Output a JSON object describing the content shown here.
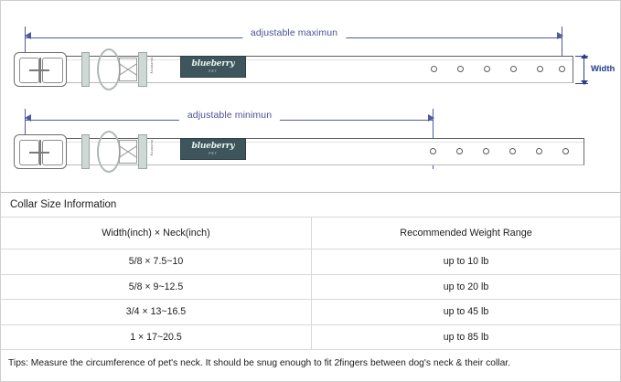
{
  "diagram": {
    "max": {
      "label": "adjustable maximun",
      "brand_name": "blueberry",
      "brand_sub": "PET",
      "ribbon_text": "blueberry",
      "holes": 6
    },
    "min": {
      "label": "adjustable minimun",
      "brand_name": "blueberry",
      "brand_sub": "PET",
      "ribbon_text": "blueberry",
      "holes": 6
    },
    "width_label": "Width",
    "colors": {
      "dimension_line": "#515a9c",
      "width_marker": "#2b3b8f",
      "brand_badge": "#3e565b",
      "keeper": "#cfd8d4",
      "strap_outline": "#5d5d5d"
    }
  },
  "table": {
    "title": "Collar Size Information",
    "headers": [
      "Width(inch)  ×  Neck(inch)",
      "Recommended Weight Range"
    ],
    "rows": [
      [
        "5/8 × 7.5~10",
        "up to 10 lb"
      ],
      [
        "5/8 × 9~12.5",
        "up to 20 lb"
      ],
      [
        "3/4 × 13~16.5",
        "up to 45 lb"
      ],
      [
        "1 × 17~20.5",
        "up to 85 lb"
      ]
    ],
    "tips": "Tips: Measure the circumference of pet's neck. It should be snug enough to fit 2fingers between dog's neck & their collar."
  }
}
